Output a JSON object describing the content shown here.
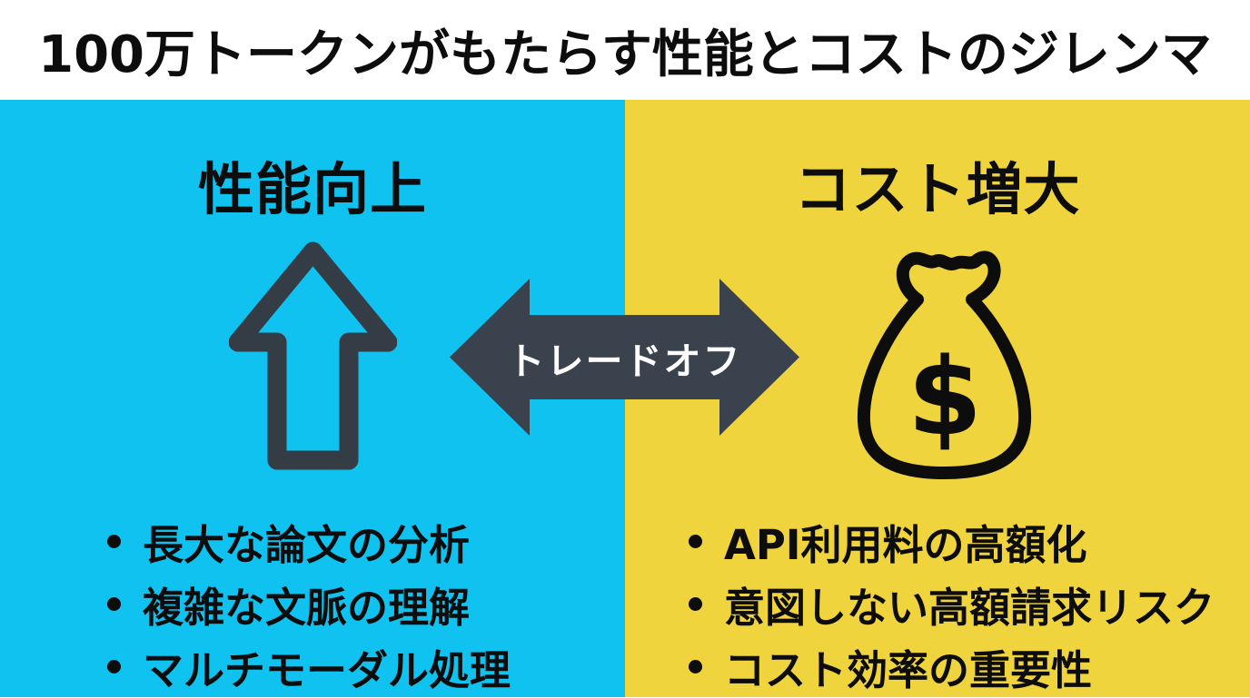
{
  "header": {
    "title": "100万トークンがもたらす性能とコストのジレンマ"
  },
  "left_panel": {
    "heading": "性能向上",
    "icon": "up-arrow-icon",
    "bullets": [
      "長大な論文の分析",
      "複雑な文脈の理解",
      "マルチモーダル処理"
    ]
  },
  "right_panel": {
    "heading": "コスト増大",
    "icon": "money-bag-icon",
    "bullets": [
      "API利用料の高額化",
      "意図しない高額請求リスク",
      "コスト効率の重要性"
    ]
  },
  "tradeoff": {
    "label": "トレードオフ"
  },
  "colors": {
    "header_bg": "#FFFFFF",
    "left_bg": "#10C2F0",
    "right_bg": "#F0D43E",
    "tradeoff_arrow": "#3A424E",
    "tradeoff_text": "#FFFFFF",
    "icon_stroke": "#343C46",
    "money_bag_stroke": "#0D0D0D",
    "text": "#0D0D0D"
  }
}
